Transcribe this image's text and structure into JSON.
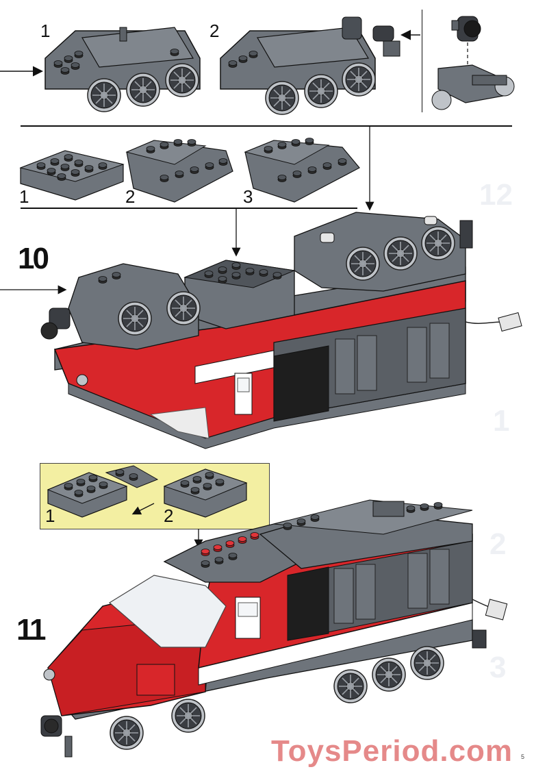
{
  "page": {
    "watermark": "ToysPeriod.com",
    "page_number": "5"
  },
  "top_section": {
    "sub_step_1": "1",
    "sub_step_2": "2"
  },
  "plates_section": {
    "label_1": "1",
    "label_2": "2",
    "label_3": "3"
  },
  "step_10": {
    "number": "10"
  },
  "inset_box": {
    "label_1": "1",
    "label_2": "2",
    "background_color": "#f3efa2"
  },
  "step_11": {
    "number": "11"
  },
  "colors": {
    "brick_red": "#d8262a",
    "brick_gray": "#6e747b",
    "brick_dark": "#2b2b2b",
    "stripe_white": "#ffffff",
    "wheel_gray": "#3a3d42"
  }
}
